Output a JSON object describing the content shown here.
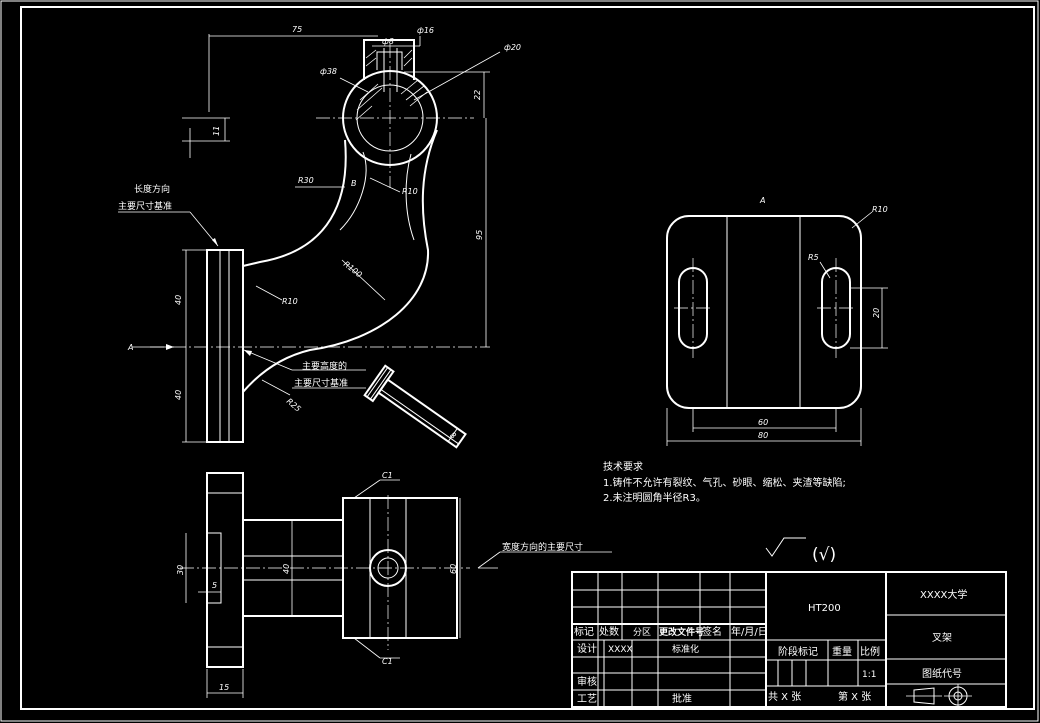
{
  "dims": {
    "d75": "75",
    "d8": "ф8",
    "d16": "ф16",
    "d20": "ф20",
    "d38": "ф38",
    "d22": "22",
    "d11": "11",
    "r30": "R30",
    "b": "B",
    "r10a": "R10",
    "d95": "95",
    "r100": "R100",
    "r10b": "R10",
    "d40a": "40",
    "d40b": "40",
    "a_left": "A",
    "r25": "R25",
    "d8b": "8",
    "c1a": "C1",
    "c1b": "C1",
    "d30": "30",
    "d5": "5",
    "d40c": "40",
    "d60v": "60",
    "d15": "15",
    "view_a": "A",
    "r10c": "R10",
    "r5": "R5",
    "d20v": "20",
    "d60h": "60",
    "d80h": "80"
  },
  "annotations": {
    "length_base_1": "长度方向",
    "length_base_2": "主要尺寸基准",
    "height_base_1": "主要高度的",
    "height_base_2": "主要尺寸基准",
    "width_base": "宽度方向的主要尺寸"
  },
  "tech": {
    "title": "技术要求",
    "line1": "1.铸件不允许有裂纹、气孔、砂眼、缩松、夹渣等缺陷;",
    "line2": "2.未注明圆角半径R3。"
  },
  "roughness": "(√)",
  "title_block": {
    "material": "HT200",
    "school": "XXXX大学",
    "part_name": "叉架",
    "drawing_code": "图纸代号",
    "mark": "标记",
    "count": "处数",
    "zone": "分区",
    "change_doc": "更改文件号",
    "sign": "签名",
    "date": "年/月/日",
    "design": "设计",
    "designer": "XXXX",
    "standardize": "标准化",
    "stage_mark": "阶段标记",
    "weight": "重量",
    "scale": "比例",
    "scale_value": "1:1",
    "review": "审核",
    "process": "工艺",
    "approve": "批准",
    "total_sheets": "共 X 张",
    "sheet_no": "第 X 张"
  }
}
